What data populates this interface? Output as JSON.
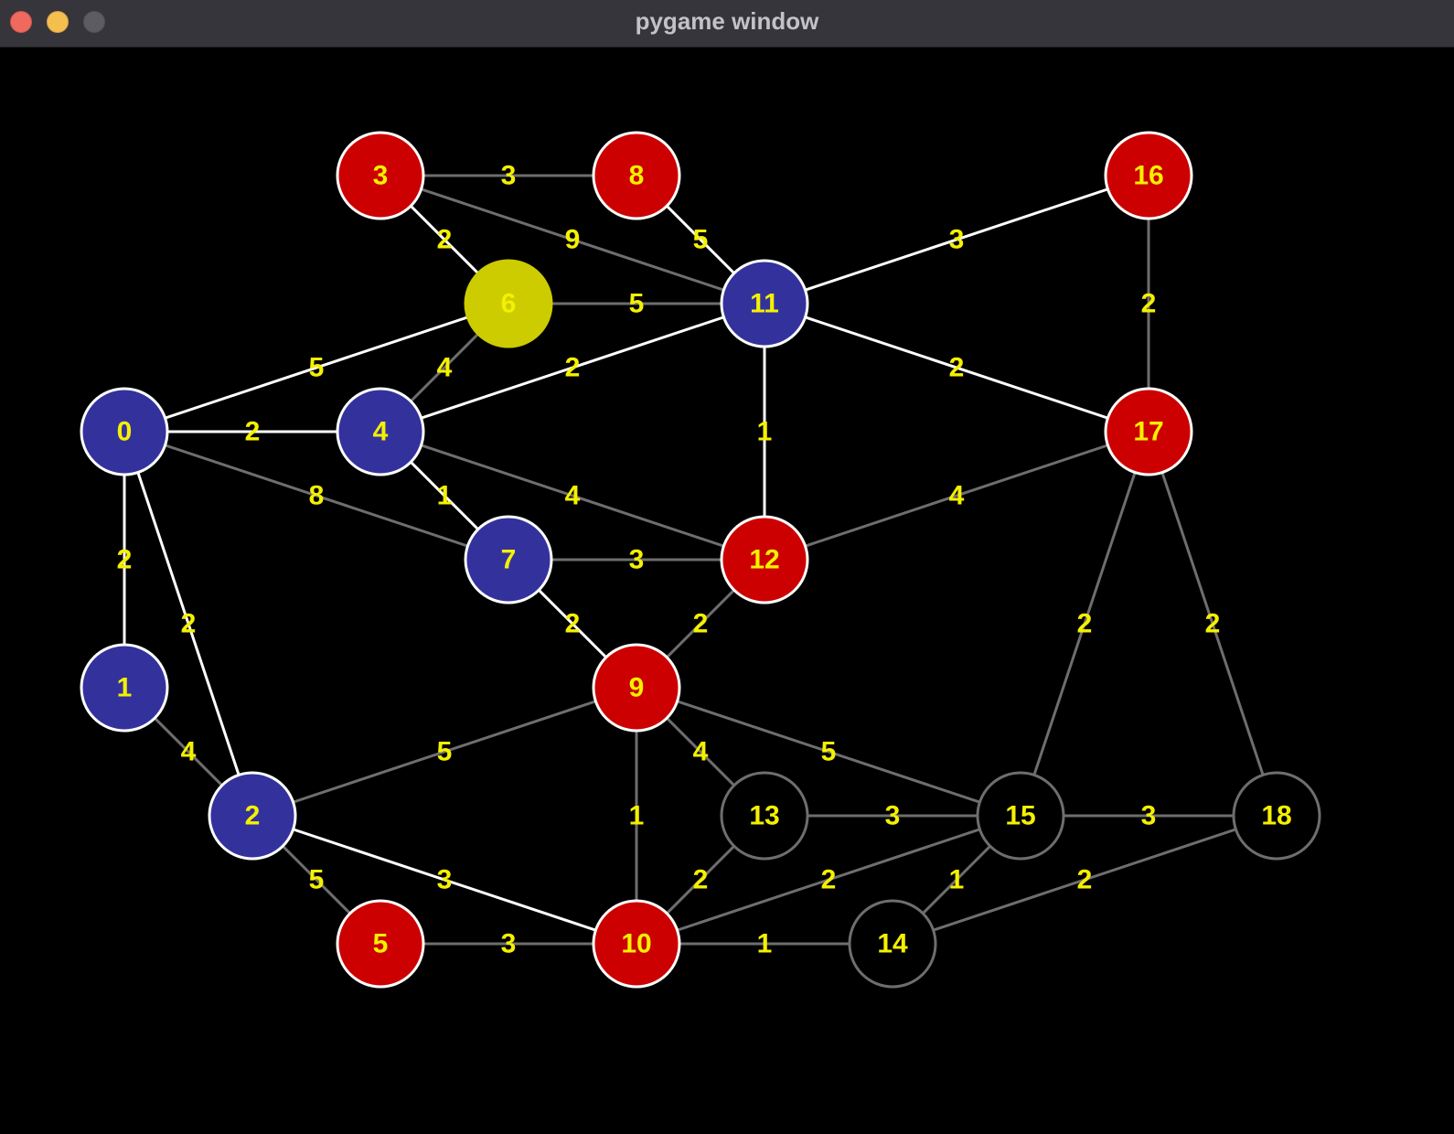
{
  "window": {
    "title": "pygame window"
  },
  "colors": {
    "background": "#000000",
    "label_text": "#f5f000",
    "blue_node": "#33329c",
    "red_node": "#cc0000",
    "highlight_node": "#cccc00",
    "unvisited_node": "#000000",
    "white_edge": "#ffffff",
    "gray_edge": "#6e6e6e"
  },
  "graph": {
    "nodes": [
      {
        "id": 0,
        "label": "0",
        "state": "blue"
      },
      {
        "id": 1,
        "label": "1",
        "state": "blue"
      },
      {
        "id": 2,
        "label": "2",
        "state": "blue"
      },
      {
        "id": 3,
        "label": "3",
        "state": "red"
      },
      {
        "id": 4,
        "label": "4",
        "state": "blue"
      },
      {
        "id": 5,
        "label": "5",
        "state": "red"
      },
      {
        "id": 6,
        "label": "6",
        "state": "highlight"
      },
      {
        "id": 7,
        "label": "7",
        "state": "blue"
      },
      {
        "id": 8,
        "label": "8",
        "state": "red"
      },
      {
        "id": 9,
        "label": "9",
        "state": "red"
      },
      {
        "id": 10,
        "label": "10",
        "state": "red"
      },
      {
        "id": 11,
        "label": "11",
        "state": "blue"
      },
      {
        "id": 12,
        "label": "12",
        "state": "red"
      },
      {
        "id": 13,
        "label": "13",
        "state": "unvisited"
      },
      {
        "id": 14,
        "label": "14",
        "state": "unvisited"
      },
      {
        "id": 15,
        "label": "15",
        "state": "unvisited"
      },
      {
        "id": 16,
        "label": "16",
        "state": "red"
      },
      {
        "id": 17,
        "label": "17",
        "state": "red"
      },
      {
        "id": 18,
        "label": "18",
        "state": "unvisited"
      }
    ],
    "edges": [
      {
        "from": 3,
        "to": 8,
        "weight": "3",
        "state": "gray"
      },
      {
        "from": 3,
        "to": 6,
        "weight": "2",
        "state": "white"
      },
      {
        "from": 3,
        "to": 11,
        "weight": "9",
        "state": "gray"
      },
      {
        "from": 8,
        "to": 11,
        "weight": "5",
        "state": "white"
      },
      {
        "from": 6,
        "to": 11,
        "weight": "5",
        "state": "gray"
      },
      {
        "from": 11,
        "to": 16,
        "weight": "3",
        "state": "white"
      },
      {
        "from": 16,
        "to": 17,
        "weight": "2",
        "state": "gray"
      },
      {
        "from": 0,
        "to": 6,
        "weight": "5",
        "state": "white"
      },
      {
        "from": 4,
        "to": 6,
        "weight": "4",
        "state": "gray"
      },
      {
        "from": 4,
        "to": 11,
        "weight": "2",
        "state": "white"
      },
      {
        "from": 11,
        "to": 17,
        "weight": "2",
        "state": "white"
      },
      {
        "from": 0,
        "to": 4,
        "weight": "2",
        "state": "white"
      },
      {
        "from": 11,
        "to": 12,
        "weight": "1",
        "state": "white"
      },
      {
        "from": 0,
        "to": 7,
        "weight": "8",
        "state": "gray"
      },
      {
        "from": 4,
        "to": 7,
        "weight": "1",
        "state": "white"
      },
      {
        "from": 4,
        "to": 12,
        "weight": "4",
        "state": "gray"
      },
      {
        "from": 12,
        "to": 17,
        "weight": "4",
        "state": "gray"
      },
      {
        "from": 0,
        "to": 1,
        "weight": "2",
        "state": "white"
      },
      {
        "from": 7,
        "to": 12,
        "weight": "3",
        "state": "gray"
      },
      {
        "from": 0,
        "to": 2,
        "weight": "2",
        "state": "white"
      },
      {
        "from": 7,
        "to": 9,
        "weight": "2",
        "state": "white"
      },
      {
        "from": 9,
        "to": 12,
        "weight": "2",
        "state": "gray"
      },
      {
        "from": 15,
        "to": 17,
        "weight": "2",
        "state": "gray"
      },
      {
        "from": 17,
        "to": 18,
        "weight": "2",
        "state": "gray"
      },
      {
        "from": 1,
        "to": 2,
        "weight": "4",
        "state": "gray"
      },
      {
        "from": 2,
        "to": 9,
        "weight": "5",
        "state": "gray"
      },
      {
        "from": 9,
        "to": 13,
        "weight": "4",
        "state": "gray"
      },
      {
        "from": 9,
        "to": 15,
        "weight": "5",
        "state": "gray"
      },
      {
        "from": 9,
        "to": 10,
        "weight": "1",
        "state": "gray"
      },
      {
        "from": 13,
        "to": 15,
        "weight": "3",
        "state": "gray"
      },
      {
        "from": 15,
        "to": 18,
        "weight": "3",
        "state": "gray"
      },
      {
        "from": 2,
        "to": 5,
        "weight": "5",
        "state": "gray"
      },
      {
        "from": 2,
        "to": 10,
        "weight": "3",
        "state": "white"
      },
      {
        "from": 10,
        "to": 13,
        "weight": "2",
        "state": "gray"
      },
      {
        "from": 10,
        "to": 15,
        "weight": "2",
        "state": "gray"
      },
      {
        "from": 14,
        "to": 15,
        "weight": "1",
        "state": "gray"
      },
      {
        "from": 14,
        "to": 18,
        "weight": "2",
        "state": "gray"
      },
      {
        "from": 5,
        "to": 10,
        "weight": "3",
        "state": "gray"
      },
      {
        "from": 10,
        "to": 14,
        "weight": "1",
        "state": "gray"
      }
    ]
  }
}
